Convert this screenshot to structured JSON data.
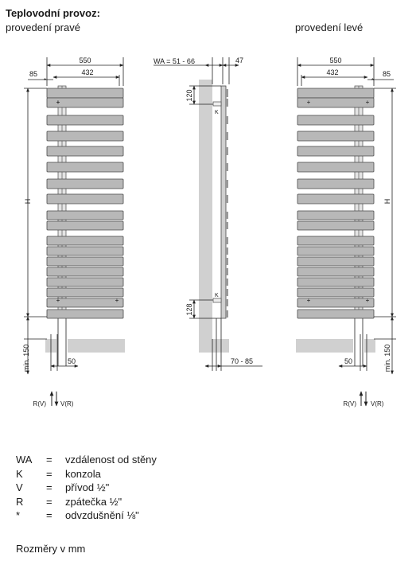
{
  "header": {
    "title": "Teplovodní provoz:",
    "subtitle_right": "provedení pravé",
    "subtitle_left": "provedení levé"
  },
  "dimensions": {
    "width": "550",
    "spacing": "432",
    "offset": "85",
    "height": "H",
    "min_floor": "min. 150",
    "pipe": "50",
    "wall_distance": "WA = 51 - 66",
    "depth": "47",
    "bracket_top": "120",
    "bracket_bottom": "128",
    "bottom_depth": "70 - 85",
    "bracket_mark": "K",
    "vent_mark": "*",
    "plus": "+"
  },
  "flow": {
    "right_version": [
      "R(V)",
      "V(R)"
    ],
    "left_version": [
      "R(V)",
      "V(R)"
    ]
  },
  "legend": [
    {
      "symbol": "WA",
      "eq": "=",
      "text": "vzdálenost od stěny"
    },
    {
      "symbol": "K",
      "eq": "=",
      "text": "konzola"
    },
    {
      "symbol": "V",
      "eq": "=",
      "text": "přívod ½\""
    },
    {
      "symbol": "R",
      "eq": "=",
      "text": "zpátečka ½\""
    },
    {
      "symbol": "*",
      "eq": "=",
      "text": "odvzdušnění ⅛\""
    }
  ],
  "footer": {
    "units": "Rozměry v mm"
  },
  "colors": {
    "bar": "#b8b8b8",
    "bar_stroke": "#4a4a4a",
    "wall": "#d0d0d0",
    "line": "#222222"
  }
}
